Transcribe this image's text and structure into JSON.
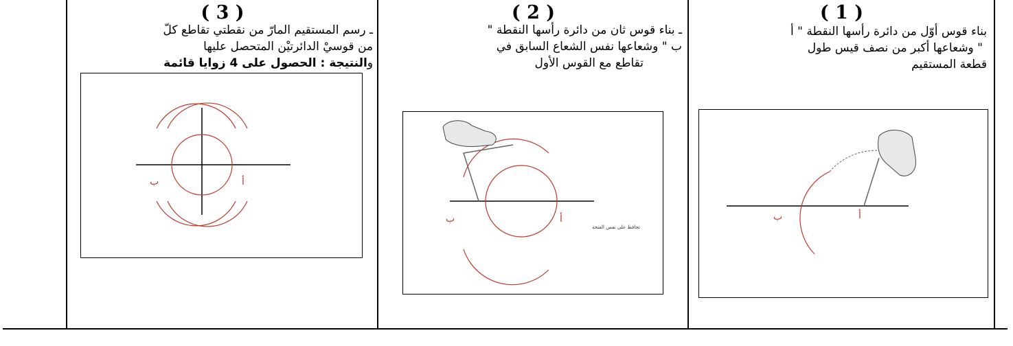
{
  "steps": [
    {
      "number": "( 1 )",
      "lines": [
        "بناء قوس أوّل من دائرة رأسها النقطة \" أ",
        "\" وشعاعها أكبر من نصف قيس طول",
        "قطعة المستقيم"
      ],
      "label_a": "أ",
      "label_b": "ب"
    },
    {
      "number": "( 2 )",
      "lines": [
        "ـ بناء قوس ثان من دائرة رأسها النقطة \"",
        "ب \" وشعاعها نفس الشعاع السابق في",
        "تقاطع مع القوس الأول"
      ],
      "label_a": "أ",
      "label_b": "ب",
      "caption": "تحافظ على نفس الفتحة"
    },
    {
      "number": "( 3 )",
      "lines": [
        "ـ رسم المستقيم المارّ من نقطتي تقاطع كلّ",
        "من قوسيْ الدائرتيْن المتحصل عليها"
      ],
      "result_prefix": "و",
      "result_text": "النتيجة : الحصول على 4 زوايا قائمة",
      "label_a": "أ",
      "label_b": "ب"
    }
  ],
  "colors": {
    "arc": "#c0392b",
    "line": "#000000",
    "hand": "#555555"
  }
}
